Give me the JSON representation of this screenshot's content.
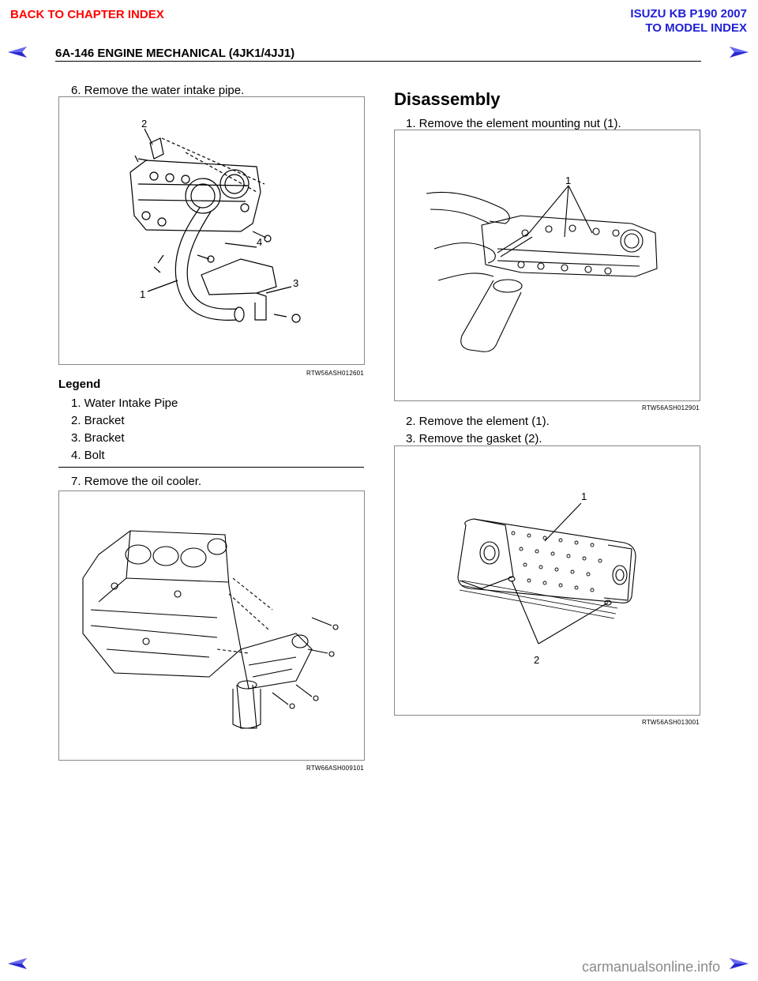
{
  "header": {
    "back_chapter": "BACK TO CHAPTER INDEX",
    "model_line1": "ISUZU KB P190 2007",
    "model_line2": "TO MODEL INDEX",
    "title": "6A-146  ENGINE MECHANICAL (4JK1/4JJ1)"
  },
  "left": {
    "step6": "6.  Remove the water intake pipe.",
    "fig1": {
      "code": "RTW56ASH012601",
      "callouts": [
        "2",
        "4",
        "3",
        "1"
      ]
    },
    "legend_title": "Legend",
    "legend": [
      "1.  Water Intake Pipe",
      "2.  Bracket",
      "3.  Bracket",
      "4.  Bolt"
    ],
    "step7": "7.  Remove the oil cooler.",
    "fig2": {
      "code": "RTW66ASH009101"
    }
  },
  "right": {
    "section_title": "Disassembly",
    "step1": "1.  Remove the element mounting nut (1).",
    "fig3": {
      "code": "RTW56ASH012901",
      "callouts": [
        "1"
      ]
    },
    "step2": "2.  Remove the element (1).",
    "step3": "3.  Remove the gasket (2).",
    "fig4": {
      "code": "RTW56ASH013001",
      "callouts": [
        "1",
        "2"
      ]
    }
  },
  "footer": {
    "watermark": "carmanualsonline.info"
  },
  "colors": {
    "back_link": "#ff0000",
    "model_link": "#1f1fd6",
    "nav_arrow": "#2a2ad0"
  },
  "icons": [
    "prev-page-arrow-icon",
    "next-page-arrow-icon"
  ]
}
